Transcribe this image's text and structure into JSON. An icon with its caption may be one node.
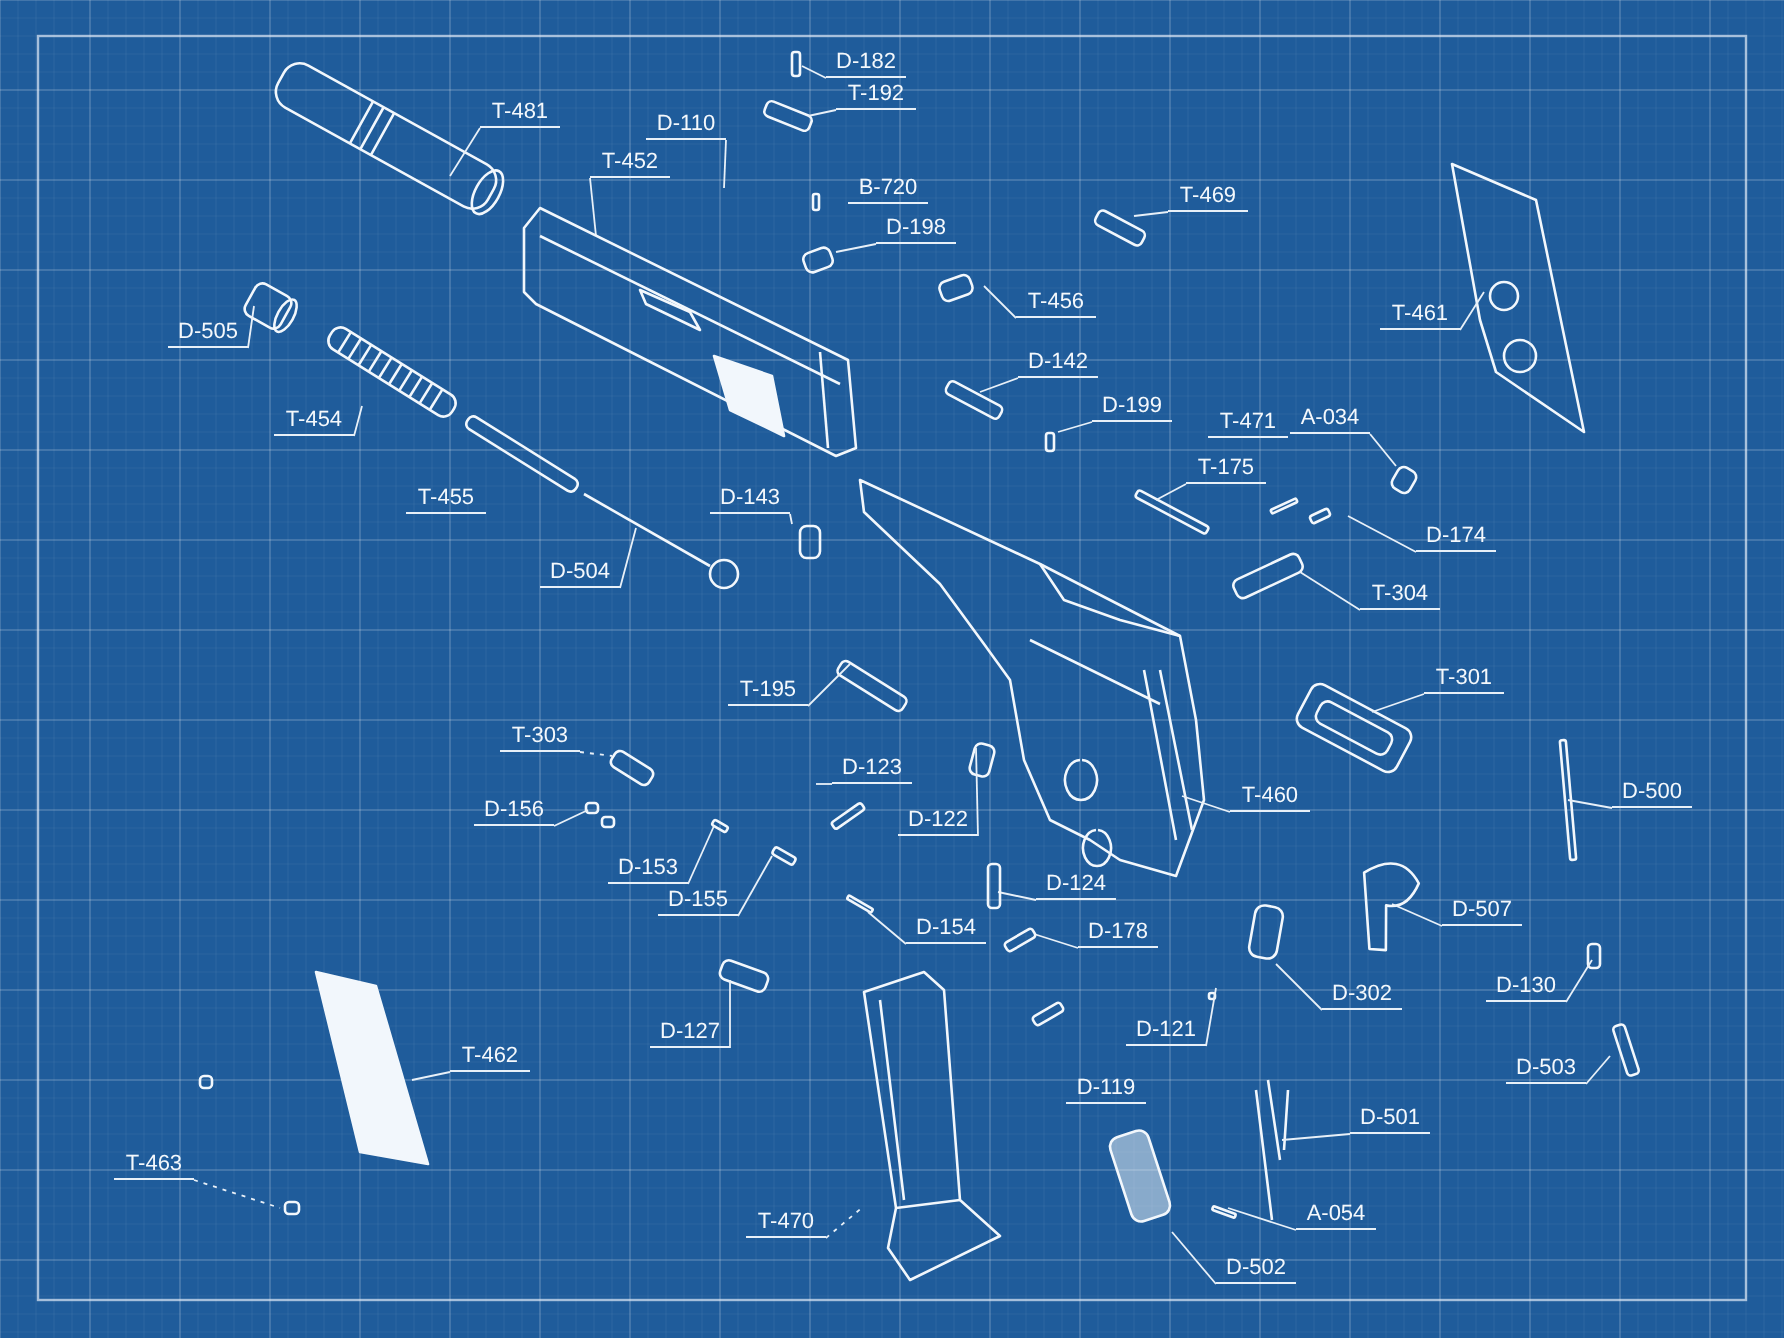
{
  "diagram": {
    "nodes": [
      {
        "text": [
          "T-481"
        ]
      },
      {
        "text": [
          "D-182"
        ]
      },
      {
        "text": [
          "T-192"
        ]
      },
      {
        "text": [
          "D-110"
        ]
      },
      {
        "text": [
          "T-452"
        ]
      },
      {
        "text": [
          "D-198"
        ]
      },
      {
        "text": [
          "T-469"
        ]
      },
      {
        "text": [
          "T-461"
        ]
      },
      {
        "text": [
          "D-505"
        ]
      },
      {
        "text": [
          "T-456"
        ]
      },
      {
        "text": [
          "D-142"
        ]
      },
      {
        "text": [
          "D-199"
        ]
      },
      {
        "text": [
          "A-034"
        ]
      },
      {
        "text": [
          "T-454"
        ]
      },
      {
        "text": [
          "T-175"
        ]
      },
      {
        "text": [
          "D-143"
        ]
      },
      {
        "text": [
          "D-174"
        ]
      },
      {
        "text": [
          "D-504"
        ]
      },
      {
        "text": [
          "T-304"
        ]
      },
      {
        "text": [
          "T-195"
        ]
      },
      {
        "text": [
          "T-301"
        ]
      },
      {
        "text": [
          "T-303"
        ]
      },
      {
        "text": [
          "D-123"
        ]
      },
      {
        "text": [
          "D-500"
        ]
      },
      {
        "text": [
          "D-156"
        ]
      },
      {
        "text": [
          "D-122"
        ]
      },
      {
        "text": [
          "T-460"
        ]
      },
      {
        "text": [
          "D-153"
        ]
      },
      {
        "text": [
          "D-155"
        ]
      },
      {
        "text": [
          "D-124"
        ]
      },
      {
        "text": [
          "D-507"
        ]
      },
      {
        "text": [
          "D-154"
        ]
      },
      {
        "text": [
          "D-178"
        ]
      },
      {
        "text": [
          "D-130"
        ]
      },
      {
        "text": [
          "D-302"
        ]
      },
      {
        "text": [
          "D-127"
        ]
      },
      {
        "text": [
          "D-121"
        ]
      },
      {
        "text": [
          "D-503"
        ]
      },
      {
        "text": [
          "T-462"
        ]
      },
      {
        "text": [
          "D-501"
        ]
      },
      {
        "text": [
          "T-463"
        ]
      },
      {
        "text": [
          "T-470"
        ]
      },
      {
        "text": [
          "A-054"
        ]
      },
      {
        "text": [
          "D-502"
        ]
      },
      {
        "text": [],
        "shape": "picture"
      },
      {
        "text": [],
        "shape": "box"
      },
      {
        "text": [],
        "shape": "box"
      }
    ],
    "edges": [
      {
        "from": 0,
        "to": null,
        "arrow": "none"
      },
      {
        "from": 1,
        "to": null,
        "arrow": "none"
      },
      {
        "from": 2,
        "to": null,
        "arrow": "none"
      },
      {
        "from": 3,
        "to": null,
        "arrow": "none"
      },
      {
        "from": 4,
        "to": 44,
        "arrow": "none"
      },
      {
        "from": 5,
        "to": null,
        "arrow": "none"
      },
      {
        "from": 6,
        "to": null,
        "arrow": "none"
      },
      {
        "from": 7,
        "to": null,
        "arrow": "none"
      },
      {
        "from": 8,
        "to": null,
        "arrow": "none"
      },
      {
        "from": 9,
        "to": null,
        "arrow": "none"
      },
      {
        "from": 10,
        "to": null,
        "arrow": "none"
      },
      {
        "from": 11,
        "to": null,
        "arrow": "none"
      },
      {
        "from": 12,
        "to": null,
        "arrow": "none"
      },
      {
        "from": 13,
        "to": null,
        "arrow": "none"
      },
      {
        "from": 14,
        "to": null,
        "arrow": "none"
      },
      {
        "from": 15,
        "to": null,
        "arrow": "none"
      },
      {
        "from": 16,
        "to": null,
        "arrow": "none"
      },
      {
        "from": 17,
        "to": null,
        "arrow": "none"
      },
      {
        "from": 18,
        "to": null,
        "arrow": "none"
      },
      {
        "from": 19,
        "to": null,
        "arrow": "none"
      },
      {
        "from": 20,
        "to": null,
        "arrow": "none"
      },
      {
        "from": 21,
        "to": null,
        "arrow": "none",
        "style": "dashed"
      },
      {
        "from": 22,
        "to": null,
        "arrow": "none"
      },
      {
        "from": 23,
        "to": null,
        "arrow": "none"
      },
      {
        "from": 24,
        "to": null,
        "arrow": "none"
      },
      {
        "from": 25,
        "to": null,
        "arrow": "none"
      },
      {
        "from": 26,
        "to": null,
        "arrow": "none"
      },
      {
        "from": 27,
        "to": null,
        "arrow": "none"
      },
      {
        "from": 28,
        "to": null,
        "arrow": "none"
      },
      {
        "from": 29,
        "to": 45,
        "arrow": "none"
      },
      {
        "from": 30,
        "to": null,
        "arrow": "none"
      },
      {
        "from": 31,
        "to": null,
        "arrow": "none"
      },
      {
        "from": 32,
        "to": 46,
        "arrow": "none"
      },
      {
        "from": 33,
        "to": null,
        "arrow": "none"
      },
      {
        "from": 34,
        "to": null,
        "arrow": "none"
      },
      {
        "from": 35,
        "to": null,
        "arrow": "none"
      },
      {
        "from": 36,
        "to": null,
        "arrow": "none"
      },
      {
        "from": 37,
        "to": null,
        "arrow": "none"
      },
      {
        "from": 38,
        "to": null,
        "arrow": "none"
      },
      {
        "from": 39,
        "to": null,
        "arrow": "none"
      },
      {
        "from": 40,
        "to": null,
        "arrow": "none",
        "style": "dashed"
      },
      {
        "from": 41,
        "to": null,
        "arrow": "none",
        "style": "dashed"
      },
      {
        "from": 42,
        "to": null,
        "arrow": "none"
      },
      {
        "from": 43,
        "to": null,
        "arrow": "none"
      }
    ],
    "labels": [
      "B-720",
      "T-471",
      "T-455",
      "D-119"
    ]
  }
}
